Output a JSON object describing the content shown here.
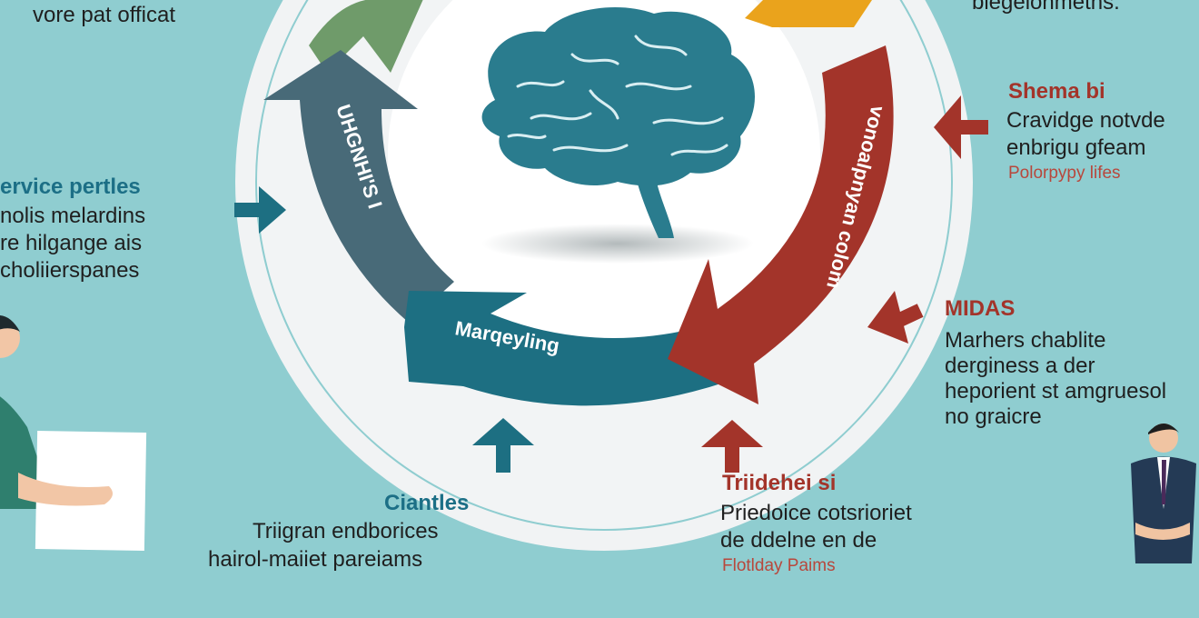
{
  "top_left": {
    "line": "vore pat officat"
  },
  "top_right": {
    "line": "blegelonmeths."
  },
  "left_block": {
    "title": "ervice pertles",
    "lines": [
      "nolis melardins",
      "re hilgange ais",
      "choliierspanes"
    ]
  },
  "right_top_block": {
    "title": "Shema bi",
    "lines": [
      "Cravidge notvde",
      "enbrigu gfeam"
    ],
    "sub": "Polorpypy lifes"
  },
  "right_mid_block": {
    "title": "MIDAS",
    "lines": [
      "Marhers chablite",
      "derginess a der",
      "heporient st amgruesol",
      "no graicre"
    ]
  },
  "bottom_center_block": {
    "title": "Ciantles",
    "lines": [
      "Triigran endborices",
      "hairol-maiiet pareiams"
    ]
  },
  "bottom_right_block": {
    "title": "Triidehei si",
    "lines": [
      "Priedoice cotsrioriet",
      "de ddelne en de"
    ],
    "sub": "Flotlday Paims"
  },
  "cycle": {
    "arc_left_label": "UHGNHI'S I",
    "arc_bottom_label": "Marqeyling",
    "arc_right_label": "vonoalpnyan colom"
  },
  "colors": {
    "background": "#8fcdd0",
    "ring": "#eef1f2",
    "green": "#6f9b6a",
    "slate": "#486a78",
    "teal": "#1d6f82",
    "red": "#a3342a",
    "yellow": "#eaa31c",
    "brain": "#2a7c8e"
  }
}
